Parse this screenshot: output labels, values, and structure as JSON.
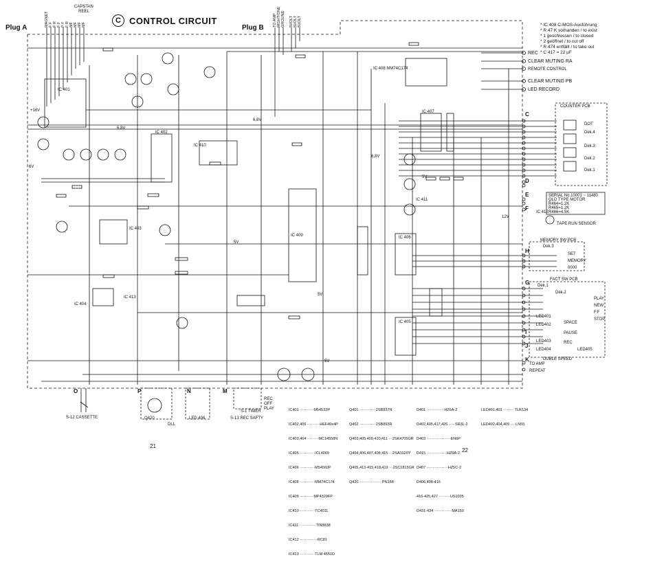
{
  "diagram": {
    "title": "CONTROL CIRCUIT",
    "title_marker": "C",
    "plug_a": "Plug A",
    "plug_b": "Plug B",
    "capstan_reel": "CAPSTAN\nREEL",
    "plug_a_pins": [
      "MAGNET",
      "F F",
      "F R",
      "F F",
      "P F",
      "F R",
      "MF",
      "MF",
      "MF",
      "MF"
    ],
    "plug_b_pins": [
      "TO AMP",
      "RIGHT/ONE",
      "GROUND",
      "5VOLT",
      "5VOLT",
      "5VOLT"
    ],
    "notes": [
      "* IC 408 C-MOS-Ausführung",
      "* R 47 K vorhanden / to exist",
      "* 1 geschlossen / to closed",
      "* 2 geöffnet / to cut off",
      "* R 474 entfällt / to take out",
      "* C 417 = 22 µF"
    ],
    "connectors_right": [
      "REC",
      "CLEAR MUTING RA",
      "REMOTE CONTROL",
      "CLEAR MUTING PB",
      "LED RECORD"
    ],
    "counter_pcb": "COUNTER PCB",
    "counter_digits": [
      "DOT",
      "Dek.4",
      "Dek.3",
      "Dek.2",
      "Dek.1"
    ],
    "serial_note": [
      "SERIAL No.10001 ~ 11480",
      "OLD TYPE MOTOR",
      "R464=1.2K",
      "R465=1.2K",
      "R466=4.5K"
    ],
    "tape_run_sensor": "TAPE RUN SENSOR",
    "memory_sw": "MEMORY SW PCB",
    "memory_labels": [
      "Dek.3",
      "SET",
      "MEMORY",
      "0000"
    ],
    "fact_sw": "FACT SW PCB",
    "fact_labels": [
      "Dek.1",
      "Dek.2",
      "PLAY",
      "NEW",
      "F.F",
      "STOP",
      "SPACE",
      "PAUSE",
      "REC",
      "DUBLE SPEED",
      "LED401",
      "LED402",
      "LED403",
      "LED404",
      "LED405"
    ],
    "bottom_labels": [
      "S-12 CASSETTE",
      "Q420",
      "DLL",
      "LED 406",
      "S-13 REC SAFTY",
      "S-1 TIMER",
      "REC",
      "OFF",
      "PLAY",
      "TO AMP",
      "REPEAT"
    ],
    "letters_side": [
      "C",
      "D",
      "E",
      "F",
      "G",
      "H",
      "I",
      "J",
      "K"
    ],
    "letters_bottom": [
      "O",
      "P",
      "N",
      "M"
    ],
    "ic_labels": [
      "IC 401",
      "IC 402",
      "IC 403",
      "IC 404",
      "IC 405",
      "IC 406",
      "IC 407",
      "IC 408 MM74C174",
      "IC 409",
      "IC 410",
      "IC 411",
      "IC 412",
      "IC 413"
    ],
    "voltages": [
      "+16V",
      "6,8V",
      "6,8V",
      "6,8V",
      "6V",
      "5V",
      "5V",
      "5V",
      "5V",
      "12V"
    ],
    "part_table_1": [
      "IC401 ···········M54532P",
      "IC402,406 ··········HEF40x4P",
      "IC403,404 ·········MC14558N",
      "IC405 ············ICL4069",
      "IC406 ············M54560P",
      "IC408 ············MM74C174",
      "IC409 ···········MP4320FP",
      "IC410 ············TC4011",
      "IC411 ·············TIN8838",
      "IC412 ··············RC81",
      "IC413 ············TLM 4551D"
    ],
    "part_table_2": [
      "Q401 ·············2SB837N",
      "Q402 ·············2SB893R",
      "Q403,405,409,410,411 ···2SK4705GR",
      "Q404,406,407,408,415 ···2SA1020Y",
      "Q405,413-415,418,419 ···2SC1815GR",
      "Q420 ··················PN168"
    ],
    "part_table_3": [
      "D401 ··············HZ6A-2",
      "D402,405,417,426 ·····SR3L-2",
      "D403 ···················EN6P",
      "D415 ················HZ9A-2",
      "D407 ·················HZ5C-2",
      "D406,408-416",
      "416-425,427 ·········US1035",
      "D431-434 ··············MA150"
    ],
    "part_table_4": [
      "LED401,403 ·········TLR134",
      "LED402,404,405 ····LN55"
    ],
    "page_left": "21",
    "page_right": "22"
  }
}
